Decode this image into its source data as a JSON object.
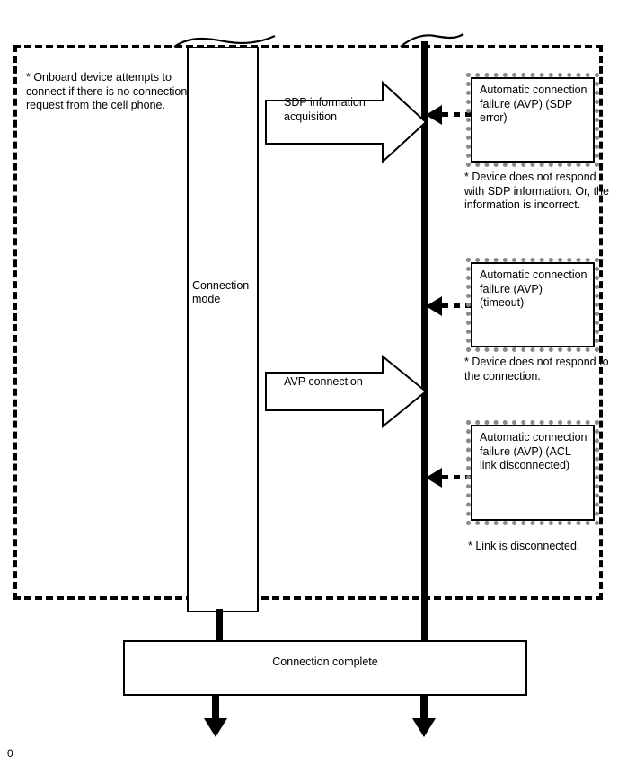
{
  "diagram": {
    "boundary_note": "* Onboard device attempts to connect if there is no connection request from the cell phone.",
    "lanes": {
      "left_label": "Connection mode"
    },
    "flow_arrows": [
      {
        "label": "SDP information acquisition"
      },
      {
        "label": "AVP connection"
      }
    ],
    "callouts": [
      {
        "title": "Automatic connection failure (AVP) (SDP error)",
        "note": "* Device does not respond with SDP information. Or, the information is incorrect."
      },
      {
        "title": "Automatic connection failure (AVP) (timeout)",
        "note": "* Device does not respond to the connection."
      },
      {
        "title": "Automatic connection failure (AVP) (ACL link disconnected)",
        "note": "* Link is disconnected."
      }
    ],
    "result_bar": {
      "label": "Connection complete"
    },
    "corner_mark": "0",
    "colors": {
      "line": "#000000",
      "background": "#ffffff",
      "shadow_border": "#8a8a8a"
    }
  }
}
